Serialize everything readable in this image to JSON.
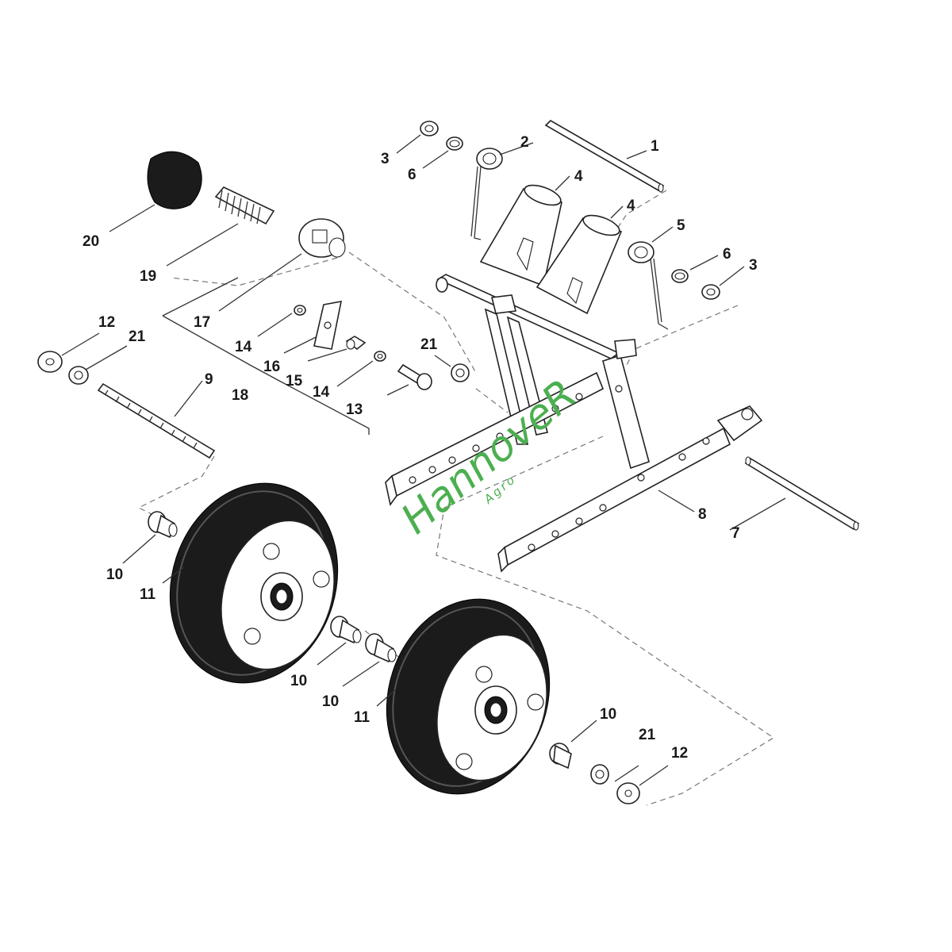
{
  "diagram": {
    "callouts": [
      {
        "id": "c1",
        "text": "1"
      },
      {
        "id": "c2",
        "text": "2"
      },
      {
        "id": "c3a",
        "text": "3"
      },
      {
        "id": "c3b",
        "text": "3"
      },
      {
        "id": "c4a",
        "text": "4"
      },
      {
        "id": "c4b",
        "text": "4"
      },
      {
        "id": "c5",
        "text": "5"
      },
      {
        "id": "c6a",
        "text": "6"
      },
      {
        "id": "c6b",
        "text": "6"
      },
      {
        "id": "c7",
        "text": "7"
      },
      {
        "id": "c8",
        "text": "8"
      },
      {
        "id": "c9",
        "text": "9"
      },
      {
        "id": "c10a",
        "text": "10"
      },
      {
        "id": "c10b",
        "text": "10"
      },
      {
        "id": "c10c",
        "text": "10"
      },
      {
        "id": "c10d",
        "text": "10"
      },
      {
        "id": "c11a",
        "text": "11"
      },
      {
        "id": "c11b",
        "text": "11"
      },
      {
        "id": "c12a",
        "text": "12"
      },
      {
        "id": "c12b",
        "text": "12"
      },
      {
        "id": "c13",
        "text": "13"
      },
      {
        "id": "c14a",
        "text": "14"
      },
      {
        "id": "c14b",
        "text": "14"
      },
      {
        "id": "c15",
        "text": "15"
      },
      {
        "id": "c16",
        "text": "16"
      },
      {
        "id": "c17",
        "text": "17"
      },
      {
        "id": "c18",
        "text": "18"
      },
      {
        "id": "c19",
        "text": "19"
      },
      {
        "id": "c20",
        "text": "20"
      },
      {
        "id": "c21a",
        "text": "21"
      },
      {
        "id": "c21b",
        "text": "21"
      },
      {
        "id": "c21c",
        "text": "21"
      }
    ]
  },
  "watermark": {
    "brand": "HannoveR",
    "sub": "Agro",
    "color": "#4caf50"
  }
}
